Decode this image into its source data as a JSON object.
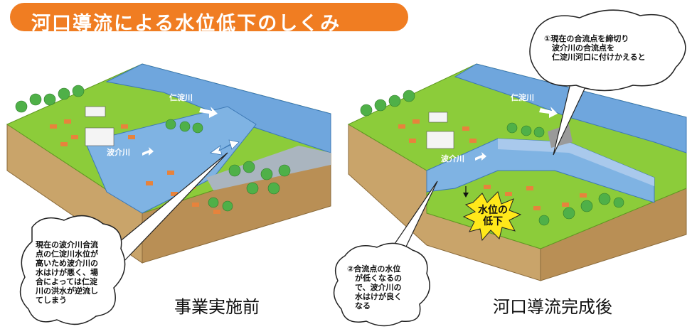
{
  "title": "河口導流による水位低下のしくみ",
  "left_panel": {
    "caption": "事業実施前",
    "river_main": "仁淀川",
    "river_tributary": "波介川",
    "callout": "現在の波介川合流\n点の仁淀川水位が\n高いため波介川の\n水はけが悪く、場\n合によっては仁淀\n川の洪水が逆流し\nてしまう"
  },
  "right_panel": {
    "caption": "河口導流完成後",
    "river_main": "仁淀川",
    "river_tributary": "波介川",
    "callout_top": "①現在の合流点を締切り\n　波介川の合流点を\n　仁淀川河口に付けかえると",
    "callout_bottom": "②合流点の水位\n　が低くなるの\n　で、波介川の\n　水はけが良く\n　なる",
    "burst": "水位の\n低下"
  },
  "colors": {
    "title_bg": "#f07d22",
    "grass": "#8ccc3a",
    "soil": "#c9a46a",
    "water": "#6fa6dd",
    "burst": "#ffe81a"
  }
}
